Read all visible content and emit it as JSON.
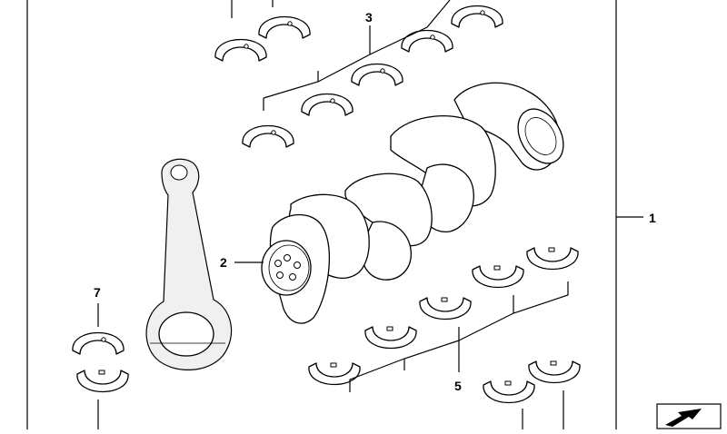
{
  "callouts": {
    "c1": "1",
    "c2": "2",
    "c3": "3",
    "c5": "5",
    "c7": "7"
  },
  "icons": {
    "arrow": "view-direction-arrow-icon"
  },
  "colors": {
    "line": "#000000",
    "background": "#ffffff",
    "part_fill": "#ffffff"
  }
}
